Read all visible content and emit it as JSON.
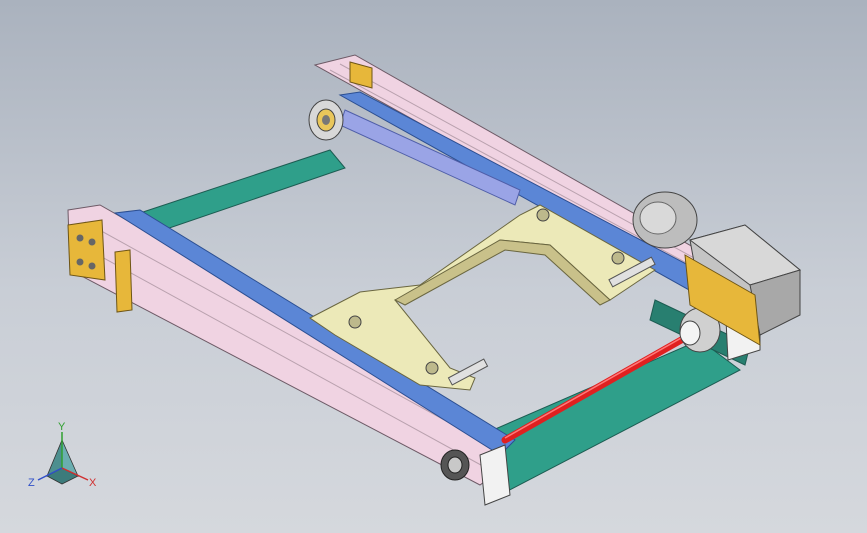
{
  "triad": {
    "x_label": "X",
    "y_label": "Y",
    "z_label": "Z",
    "x_color": "#d03030",
    "y_color": "#30a030",
    "z_color": "#3050c8"
  },
  "colors": {
    "rail_pink": "#f0d3e2",
    "belt_blue": "#5b86d6",
    "base_teal": "#2f9f8a",
    "plate_yellow": "#ece9b8",
    "shaft_red": "#e02020",
    "motor_gray": "#c4c4c4",
    "block_orange": "#e7b73a"
  },
  "icons": [
    "coordinate-triad-icon"
  ]
}
